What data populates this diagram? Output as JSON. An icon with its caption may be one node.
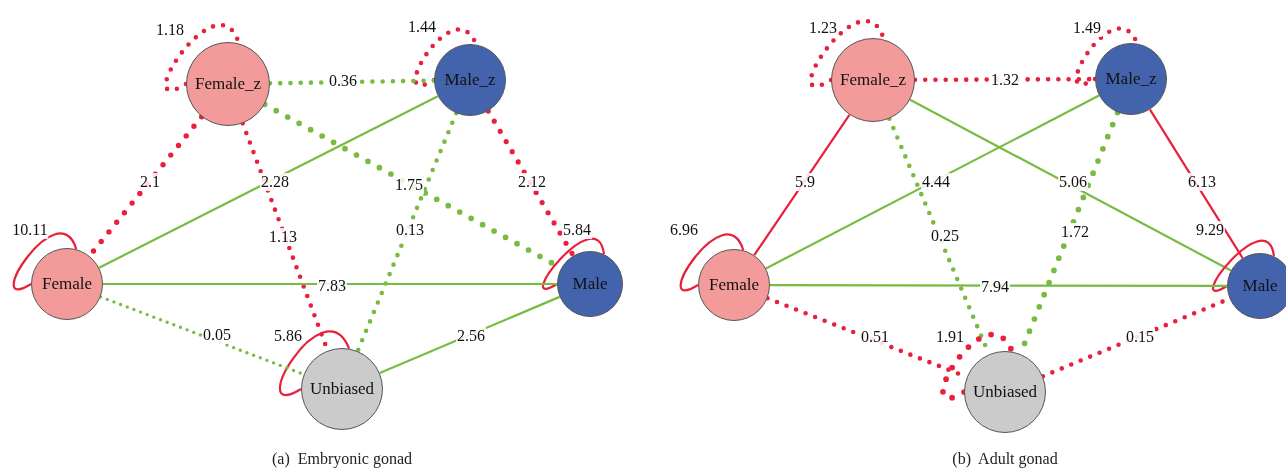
{
  "diagram": {
    "nodes": [
      {
        "text": [
          "Female_z"
        ]
      },
      {
        "text": [
          "Male_z"
        ]
      },
      {
        "text": [
          "Female"
        ]
      },
      {
        "text": [
          "Male"
        ]
      },
      {
        "text": [
          "Unbiased"
        ]
      },
      {
        "text": [
          "Female_z"
        ]
      },
      {
        "text": [
          "Male_z"
        ]
      },
      {
        "text": [
          "Female"
        ]
      },
      {
        "text": [
          "Male"
        ]
      },
      {
        "text": [
          "Unbiased"
        ]
      }
    ],
    "edges": [
      {
        "from": 0,
        "to": 0,
        "arrow": "none",
        "label": "1.18",
        "style": "dashed"
      },
      {
        "from": 1,
        "to": 1,
        "arrow": "none",
        "label": "1.44",
        "style": "dashed"
      },
      {
        "from": 0,
        "to": 1,
        "arrow": "none",
        "label": "0.36",
        "style": "dashed",
        "color": "#77bb41"
      },
      {
        "from": 0,
        "to": 2,
        "arrow": "none",
        "label": "2.1",
        "style": "dashed"
      },
      {
        "from": 0,
        "to": 4,
        "arrow": "none",
        "label": "1.13",
        "style": "dashed"
      },
      {
        "from": 0,
        "to": 3,
        "arrow": "none",
        "label": "1.75",
        "style": "dashed",
        "color": "#77bb41"
      },
      {
        "from": 1,
        "to": 2,
        "arrow": "none",
        "label": "2.28",
        "color": "#77bb41"
      },
      {
        "from": 1,
        "to": 4,
        "arrow": "none",
        "label": "0.13",
        "style": "dashed",
        "color": "#77bb41"
      },
      {
        "from": 1,
        "to": 3,
        "arrow": "none",
        "label": "2.12",
        "style": "dashed"
      },
      {
        "from": 2,
        "to": 2,
        "arrow": "none",
        "label": "10.11"
      },
      {
        "from": 3,
        "to": 3,
        "arrow": "none",
        "label": "5.84"
      },
      {
        "from": 4,
        "to": 4,
        "arrow": "none",
        "label": "5.86"
      },
      {
        "from": 2,
        "to": 3,
        "arrow": "none",
        "label": "7.83",
        "color": "#77bb41"
      },
      {
        "from": 2,
        "to": 4,
        "arrow": "none",
        "label": "0.05",
        "style": "dashed",
        "color": "#77bb41"
      },
      {
        "from": 4,
        "to": 3,
        "arrow": "none",
        "label": "2.56",
        "color": "#77bb41"
      },
      {
        "from": 5,
        "to": 5,
        "arrow": "none",
        "label": "1.23",
        "style": "dashed"
      },
      {
        "from": 6,
        "to": 6,
        "arrow": "none",
        "label": "1.49",
        "style": "dashed"
      },
      {
        "from": 5,
        "to": 6,
        "arrow": "none",
        "label": "1.32",
        "style": "dashed"
      },
      {
        "from": 5,
        "to": 7,
        "arrow": "none",
        "label": "5.9"
      },
      {
        "from": 5,
        "to": 9,
        "arrow": "none",
        "label": "0.25",
        "style": "dashed",
        "color": "#77bb41"
      },
      {
        "from": 5,
        "to": 8,
        "arrow": "none",
        "label": "5.06",
        "color": "#77bb41"
      },
      {
        "from": 6,
        "to": 7,
        "arrow": "none",
        "label": "4.44",
        "color": "#77bb41"
      },
      {
        "from": 6,
        "to": 9,
        "arrow": "none",
        "label": "1.72",
        "style": "dashed",
        "color": "#77bb41"
      },
      {
        "from": 6,
        "to": 8,
        "arrow": "none",
        "label": "6.13"
      },
      {
        "from": 7,
        "to": 7,
        "arrow": "none",
        "label": "6.96"
      },
      {
        "from": 8,
        "to": 8,
        "arrow": "none",
        "label": "9.29"
      },
      {
        "from": 9,
        "to": 9,
        "arrow": "none",
        "label": "1.91",
        "style": "dashed"
      },
      {
        "from": 7,
        "to": 8,
        "arrow": "none",
        "label": "7.94",
        "color": "#77bb41"
      },
      {
        "from": 7,
        "to": 9,
        "arrow": "none",
        "label": "0.51",
        "style": "dashed"
      },
      {
        "from": 9,
        "to": 8,
        "arrow": "none",
        "label": "0.15",
        "style": "dashed"
      }
    ],
    "labels": [
      "(a)  Embryonic gonad",
      "(b)  Adult gonad"
    ]
  }
}
